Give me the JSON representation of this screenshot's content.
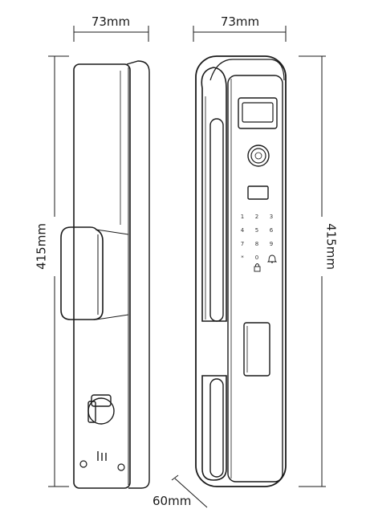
{
  "dimensions": {
    "back_width": "73mm",
    "front_width": "73mm",
    "left_height": "415mm",
    "right_height": "415mm",
    "depth": "60mm"
  },
  "keypad": {
    "row1": [
      "1",
      "2",
      "3"
    ],
    "row2": [
      "4",
      "5",
      "6"
    ],
    "row3": [
      "7",
      "8",
      "9"
    ],
    "row4": [
      "*",
      "0",
      "#"
    ]
  },
  "icons": {
    "front_fingerprint": "fingerprint-icon",
    "keypad_lock": "lock-icon",
    "keypad_bell": "doorbell-icon",
    "back_knob": "thumb-turn-icon"
  }
}
